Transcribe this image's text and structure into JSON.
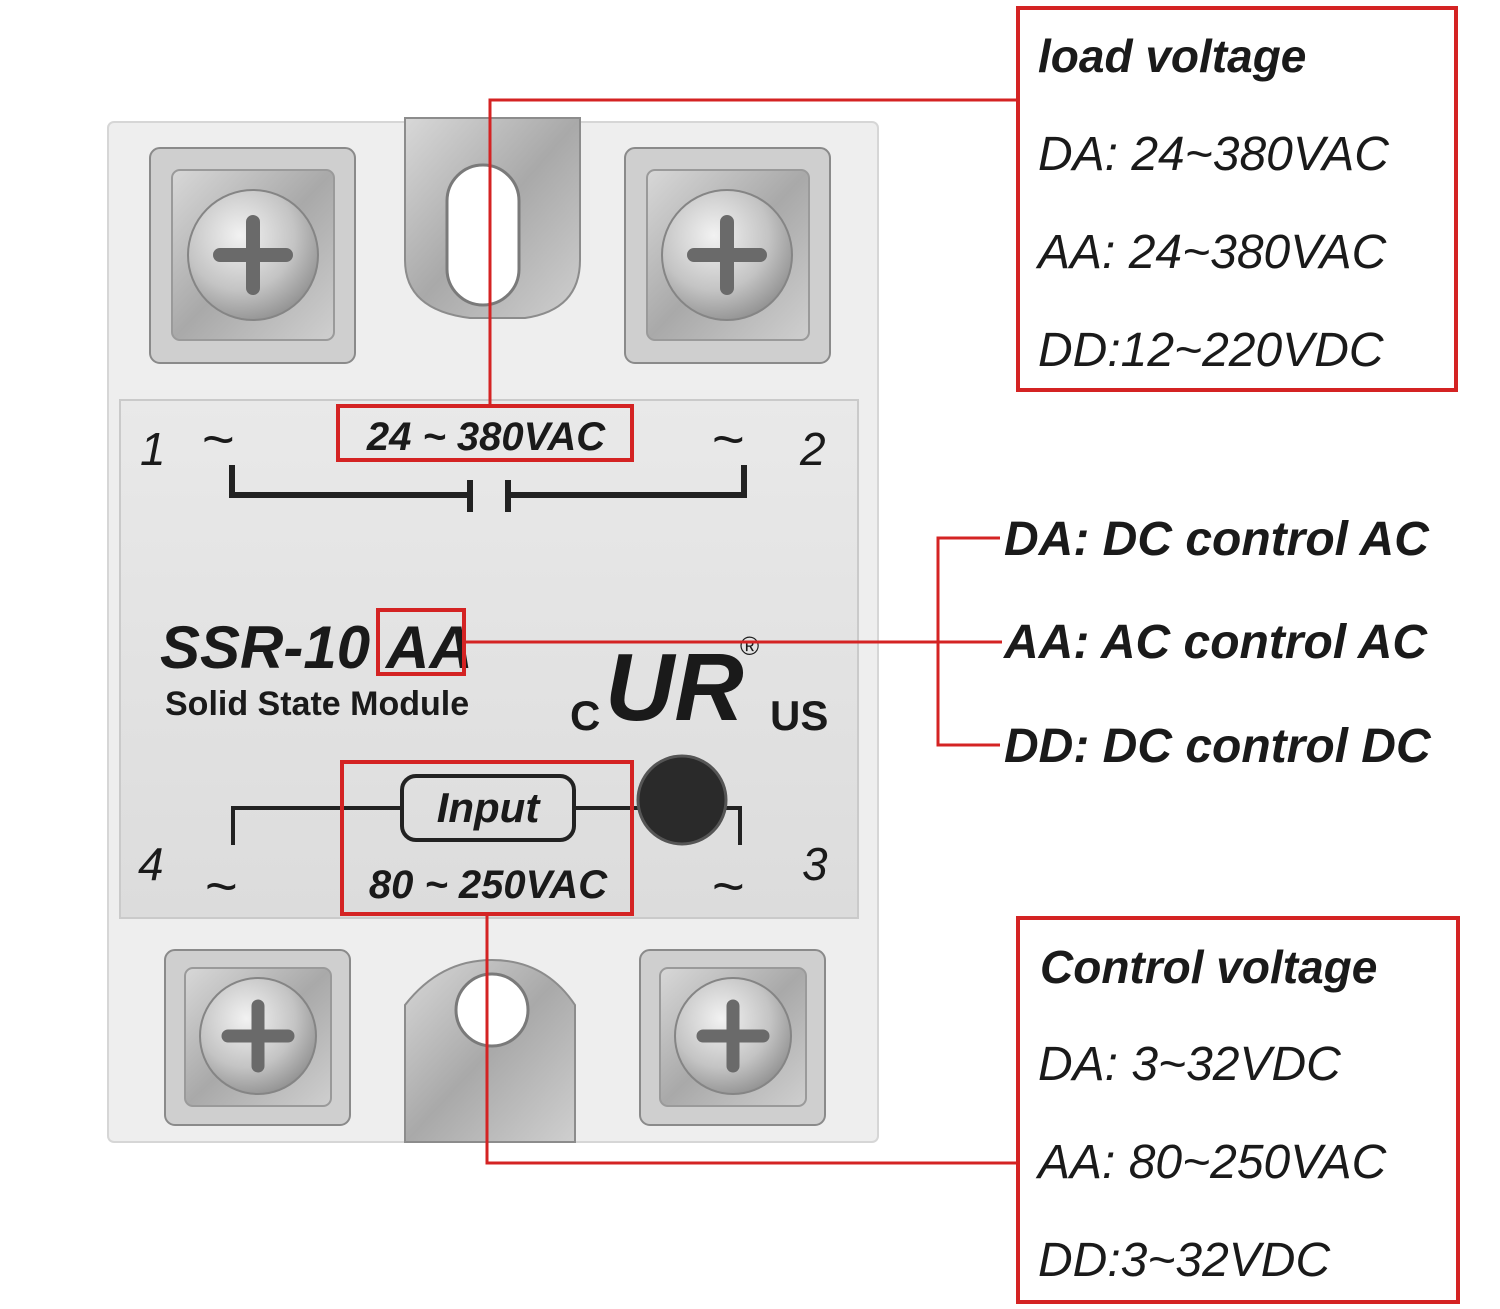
{
  "module": {
    "model_prefix": "SSR-10",
    "model_suffix": "AA",
    "subtitle": "Solid State Module",
    "terminal_1": "1",
    "terminal_2": "2",
    "terminal_3": "3",
    "terminal_4": "4",
    "tilde": "~",
    "load_rating": "24 ~ 380VAC",
    "input_label": "Input",
    "input_rating": "80 ~ 250VAC",
    "cert_c": "C",
    "cert_us": "US",
    "cert_mark": "UR",
    "cert_reg": "®"
  },
  "load_box": {
    "title": "load voltage",
    "lines": [
      "DA: 24~380VAC",
      "AA: 24~380VAC",
      "DD:12~220VDC"
    ]
  },
  "types": {
    "lines": [
      "DA: DC control AC",
      "AA: AC control AC",
      "DD: DC control DC"
    ]
  },
  "control_box": {
    "title": "Control voltage",
    "lines": [
      "DA: 3~32VDC",
      "AA: 80~250VAC",
      "DD:3~32VDC"
    ]
  },
  "colors": {
    "accent_red": "#d42323",
    "housing": "#eeeeee",
    "label_plate": "#e3e3e3",
    "metal": "#b9b9b9"
  }
}
